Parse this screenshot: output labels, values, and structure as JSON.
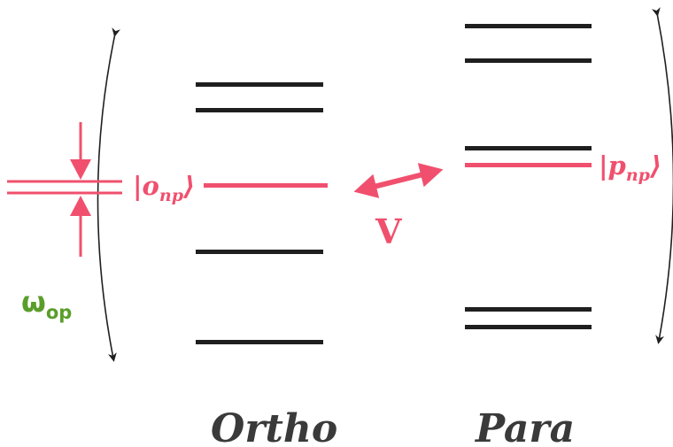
{
  "colors": {
    "level": "#1f1f1f",
    "highlight": "#f0506e",
    "omega": "#5a9e2a",
    "label": "#3a3a3a"
  },
  "ortho": {
    "label": "Ortho",
    "ket": "|o",
    "ket_sub": "np",
    "ket_close": "⟩"
  },
  "para": {
    "label": "Para",
    "ket": "|p",
    "ket_sub": "np",
    "ket_close": "⟩"
  },
  "coupling": {
    "label": "V"
  },
  "omega": {
    "symbol": "ω",
    "subscript": "op"
  },
  "icons": {
    "double_arrow": "double-headed-arrow",
    "bracket": "curved-double-arrow"
  }
}
